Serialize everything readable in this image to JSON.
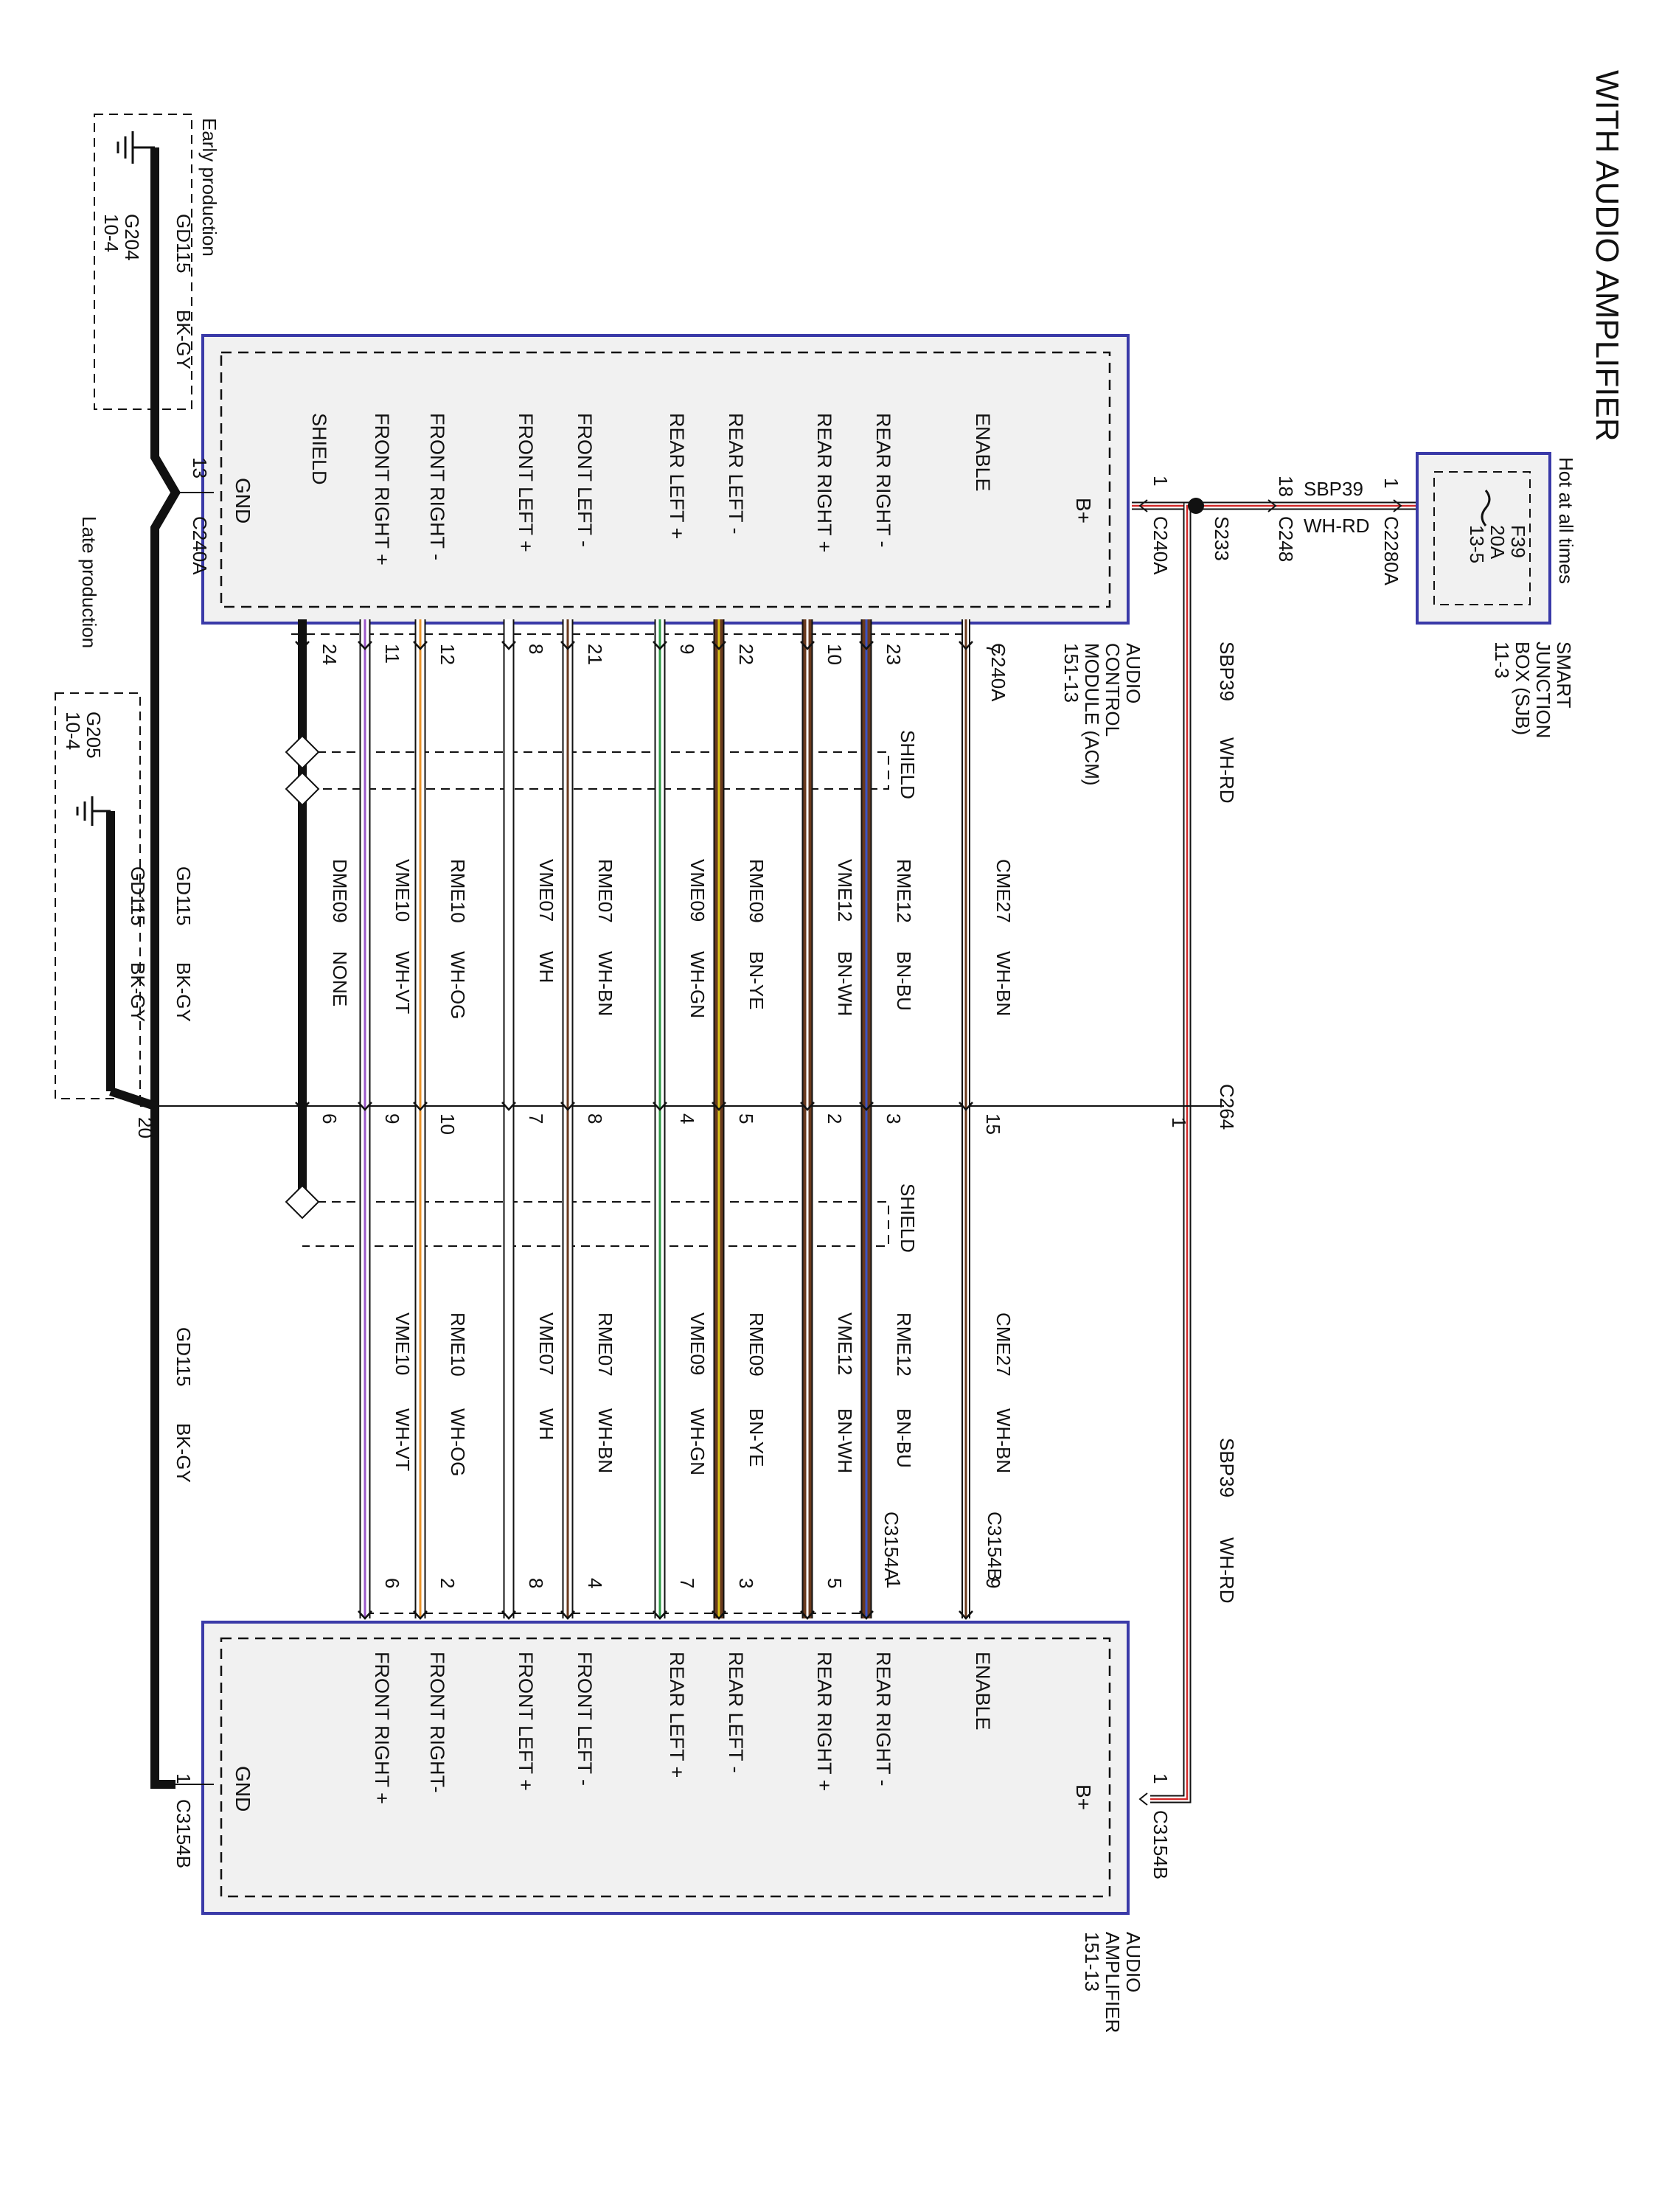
{
  "title": "WITH AUDIO AMPLIFIER",
  "colors": {
    "module_border": "#3a3aa8",
    "module_fill": "#f1f1f1",
    "wire_dark": "#111111",
    "wire_white": "#ffffff",
    "bn": "#6a3a1e",
    "bu": "#3b54c4",
    "rd": "#d22a2a",
    "ye": "#d8c21a",
    "gn": "#2e9a46",
    "og": "#e8922a",
    "vt": "#9b59c9",
    "gy": "#8a8a8a"
  },
  "sjb": {
    "hot_label": "Hot at all times",
    "fuse": "F39",
    "rating": "20A",
    "ref": "13-5",
    "name_lines": [
      "SMART",
      "JUNCTION",
      "BOX (SJB)",
      "11-3"
    ],
    "pin": "1",
    "connector": "C2280A"
  },
  "power": {
    "circuit": "SBP39",
    "color": "WH-RD",
    "c248_pin": "18",
    "c248": "C248",
    "splice": "S233",
    "acm_pin": "1",
    "acm_conn": "C240A",
    "c264": "C264",
    "c264_pin": "1",
    "amp_pin": "1",
    "amp_conn": "C3154B"
  },
  "acm": {
    "name_lines": [
      "AUDIO",
      "CONTROL",
      "MODULE (ACM)",
      "151-13"
    ],
    "b_plus": "B+",
    "gnd": "GND",
    "gnd_pin": "13",
    "gnd_conn": "C240A",
    "signal_conn": "C240A"
  },
  "amp": {
    "name_lines": [
      "AUDIO",
      "AMPLIFIER",
      "151-13"
    ],
    "b_plus": "B+",
    "gnd": "GND",
    "gnd_pin": "1",
    "gnd_conn": "C3154B",
    "conn_a": "C3154A",
    "conn_b": "C3154B"
  },
  "ground": {
    "early": "Early production",
    "late": "Late production",
    "g204": "G204",
    "g204_ref": "10-4",
    "g205": "G205",
    "g205_ref": "10-4",
    "circuit": "GD115",
    "color": "BK-GY",
    "c264_pin": "20"
  },
  "shield_label": "SHIELD",
  "signals": [
    {
      "acm_label": "ENABLE",
      "amp_label": "ENABLE",
      "acm_pin": "7",
      "c264_pin": "15",
      "amp_pin": "9",
      "circuit": "CME27",
      "color": "WH-BN"
    },
    {
      "acm_label": "REAR RIGHT -",
      "amp_label": "REAR RIGHT -",
      "acm_pin": "23",
      "c264_pin": "3",
      "amp_pin": "1",
      "circuit": "RME12",
      "color": "BN-BU"
    },
    {
      "acm_label": "REAR RIGHT +",
      "amp_label": "REAR RIGHT +",
      "acm_pin": "10",
      "c264_pin": "2",
      "amp_pin": "5",
      "circuit": "VME12",
      "color": "BN-WH"
    },
    {
      "acm_label": "REAR LEFT -",
      "amp_label": "REAR LEFT -",
      "acm_pin": "22",
      "c264_pin": "5",
      "amp_pin": "3",
      "circuit": "RME09",
      "color": "BN-YE"
    },
    {
      "acm_label": "REAR LEFT +",
      "amp_label": "REAR LEFT +",
      "acm_pin": "9",
      "c264_pin": "4",
      "amp_pin": "7",
      "circuit": "VME09",
      "color": "WH-GN"
    },
    {
      "acm_label": "FRONT LEFT -",
      "amp_label": "FRONT LEFT -",
      "acm_pin": "21",
      "c264_pin": "8",
      "amp_pin": "4",
      "circuit": "RME07",
      "color": "WH-BN"
    },
    {
      "acm_label": "FRONT LEFT +",
      "amp_label": "FRONT LEFT +",
      "acm_pin": "8",
      "c264_pin": "7",
      "amp_pin": "8",
      "circuit": "VME07",
      "color": "WH"
    },
    {
      "acm_label": "FRONT RIGHT -",
      "amp_label": "FRONT RIGHT-",
      "acm_pin": "12",
      "c264_pin": "10",
      "amp_pin": "2",
      "circuit": "RME10",
      "color": "WH-OG"
    },
    {
      "acm_label": "FRONT RIGHT +",
      "amp_label": "FRONT RIGHT +",
      "acm_pin": "11",
      "c264_pin": "9",
      "amp_pin": "6",
      "circuit": "VME10",
      "color": "WH-VT"
    },
    {
      "acm_label": "SHIELD",
      "amp_label": "",
      "acm_pin": "24",
      "c264_pin": "6",
      "amp_pin": "",
      "circuit": "DME09",
      "color": "NONE"
    }
  ]
}
